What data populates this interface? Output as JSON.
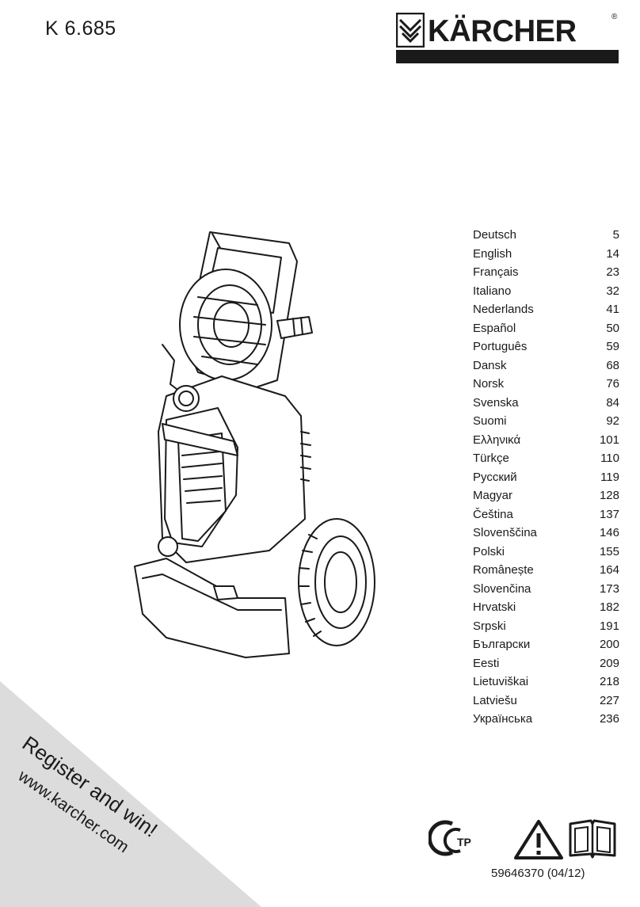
{
  "header": {
    "model": "K 6.685",
    "brand": "KÄRCHER",
    "registered_mark": "®"
  },
  "toc": [
    {
      "language": "Deutsch",
      "page": "5"
    },
    {
      "language": "English",
      "page": "14"
    },
    {
      "language": "Français",
      "page": "23"
    },
    {
      "language": "Italiano",
      "page": "32"
    },
    {
      "language": "Nederlands",
      "page": "41"
    },
    {
      "language": "Español",
      "page": "50"
    },
    {
      "language": "Português",
      "page": "59"
    },
    {
      "language": "Dansk",
      "page": "68"
    },
    {
      "language": "Norsk",
      "page": "76"
    },
    {
      "language": "Svenska",
      "page": "84"
    },
    {
      "language": "Suomi",
      "page": "92"
    },
    {
      "language": "Ελληνικά",
      "page": "101"
    },
    {
      "language": "Türkçe",
      "page": "110"
    },
    {
      "language": "Русский",
      "page": "119"
    },
    {
      "language": "Magyar",
      "page": "128"
    },
    {
      "language": "Čeština",
      "page": "137"
    },
    {
      "language": "Slovenščina",
      "page": "146"
    },
    {
      "language": "Polski",
      "page": "155"
    },
    {
      "language": "Românește",
      "page": "164"
    },
    {
      "language": "Slovenčina",
      "page": "173"
    },
    {
      "language": "Hrvatski",
      "page": "182"
    },
    {
      "language": "Srpski",
      "page": "191"
    },
    {
      "language": "Български",
      "page": "200"
    },
    {
      "language": "Eesti",
      "page": "209"
    },
    {
      "language": "Lietuviškai",
      "page": "218"
    },
    {
      "language": "Latviešu",
      "page": "227"
    },
    {
      "language": "Українська",
      "page": "236"
    }
  ],
  "promo": {
    "line1": "Register and win!",
    "line2": "www.karcher.com",
    "background": "#dcdcdc"
  },
  "footer": {
    "eac_mark": "ТР",
    "part_number": "59646370 (04/12)"
  },
  "icons": [
    "karcher-logo-icon",
    "pressure-washer-illustration",
    "eac-certification-icon",
    "warning-triangle-icon",
    "open-manual-icon"
  ]
}
